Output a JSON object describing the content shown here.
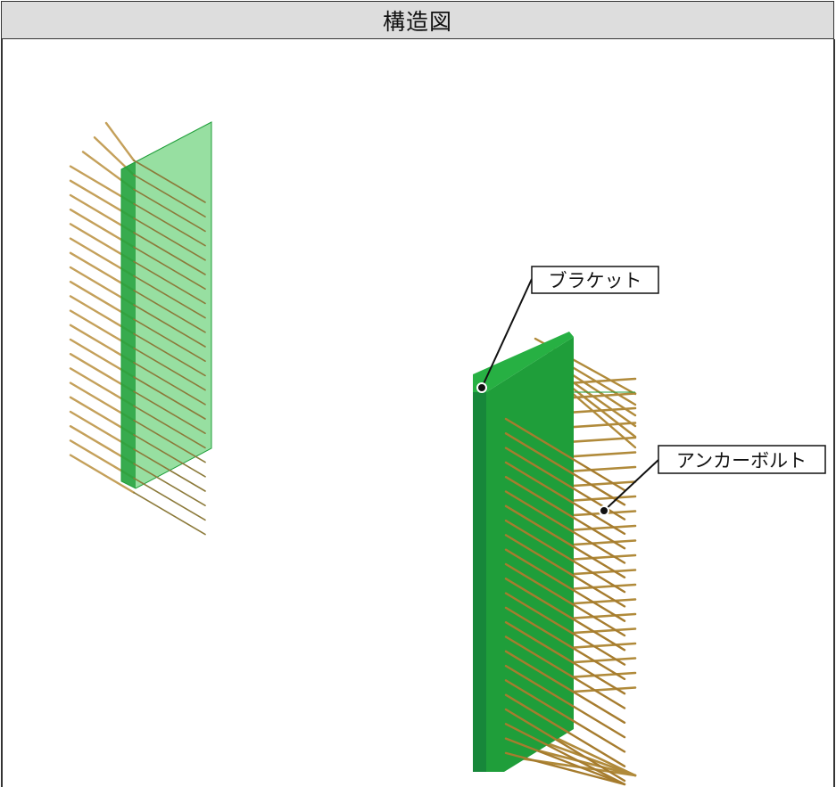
{
  "title": "構造図",
  "labels": {
    "bracket": "ブラケット",
    "anchor_bolt": "アンカーボルト"
  },
  "colors": {
    "header_bg": "#dddddd",
    "border": "#333333",
    "bolt": "#b08a3a",
    "bolt_light": "#d9bb78",
    "plate_green": "#1f9e3a",
    "plate_green_translucent": "#41c453"
  }
}
